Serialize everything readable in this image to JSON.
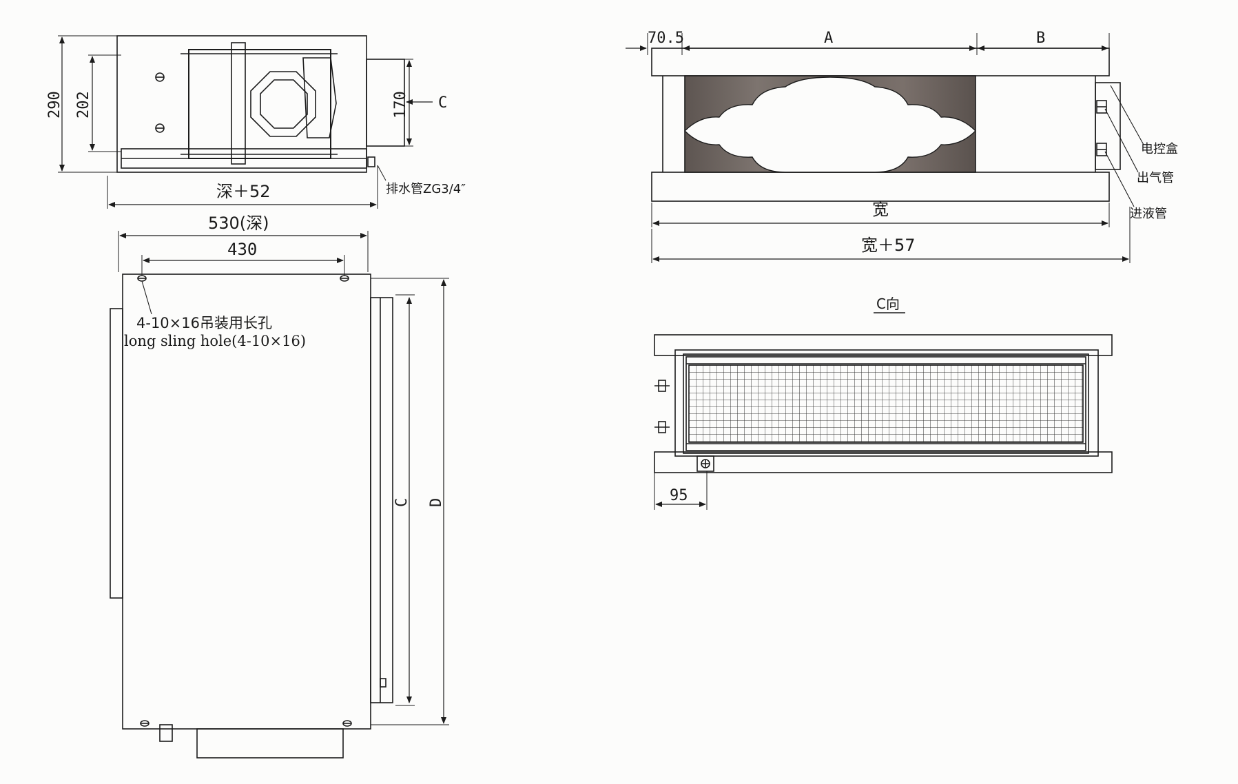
{
  "top_left_view": {
    "dim_290": "290",
    "dim_202": "202",
    "dim_170": "170",
    "arrow_c": "C",
    "drain_label": "排水管ZG3/4″",
    "depth_plus": "深＋52"
  },
  "plan_view": {
    "depth_530": "530(深)",
    "dim_430": "430",
    "hole_label_cn": "4-10×16吊装用长孔",
    "hole_label_en": "long sling hole(4-10×16)",
    "dim_c": "C",
    "dim_d": "D"
  },
  "front_view": {
    "dim_70_5": "70.5",
    "dim_a": "A",
    "dim_b": "B",
    "label_control_box": "电控盒",
    "label_gas_pipe": "出气管",
    "label_liquid_pipe": "进液管",
    "width": "宽",
    "width_plus": "宽＋57"
  },
  "c_view": {
    "title": "C向",
    "dim_95": "95"
  },
  "colors": {
    "line": "#1c1c1c",
    "coil_fill": "#6f6661",
    "paper": "#fcfcfb"
  }
}
